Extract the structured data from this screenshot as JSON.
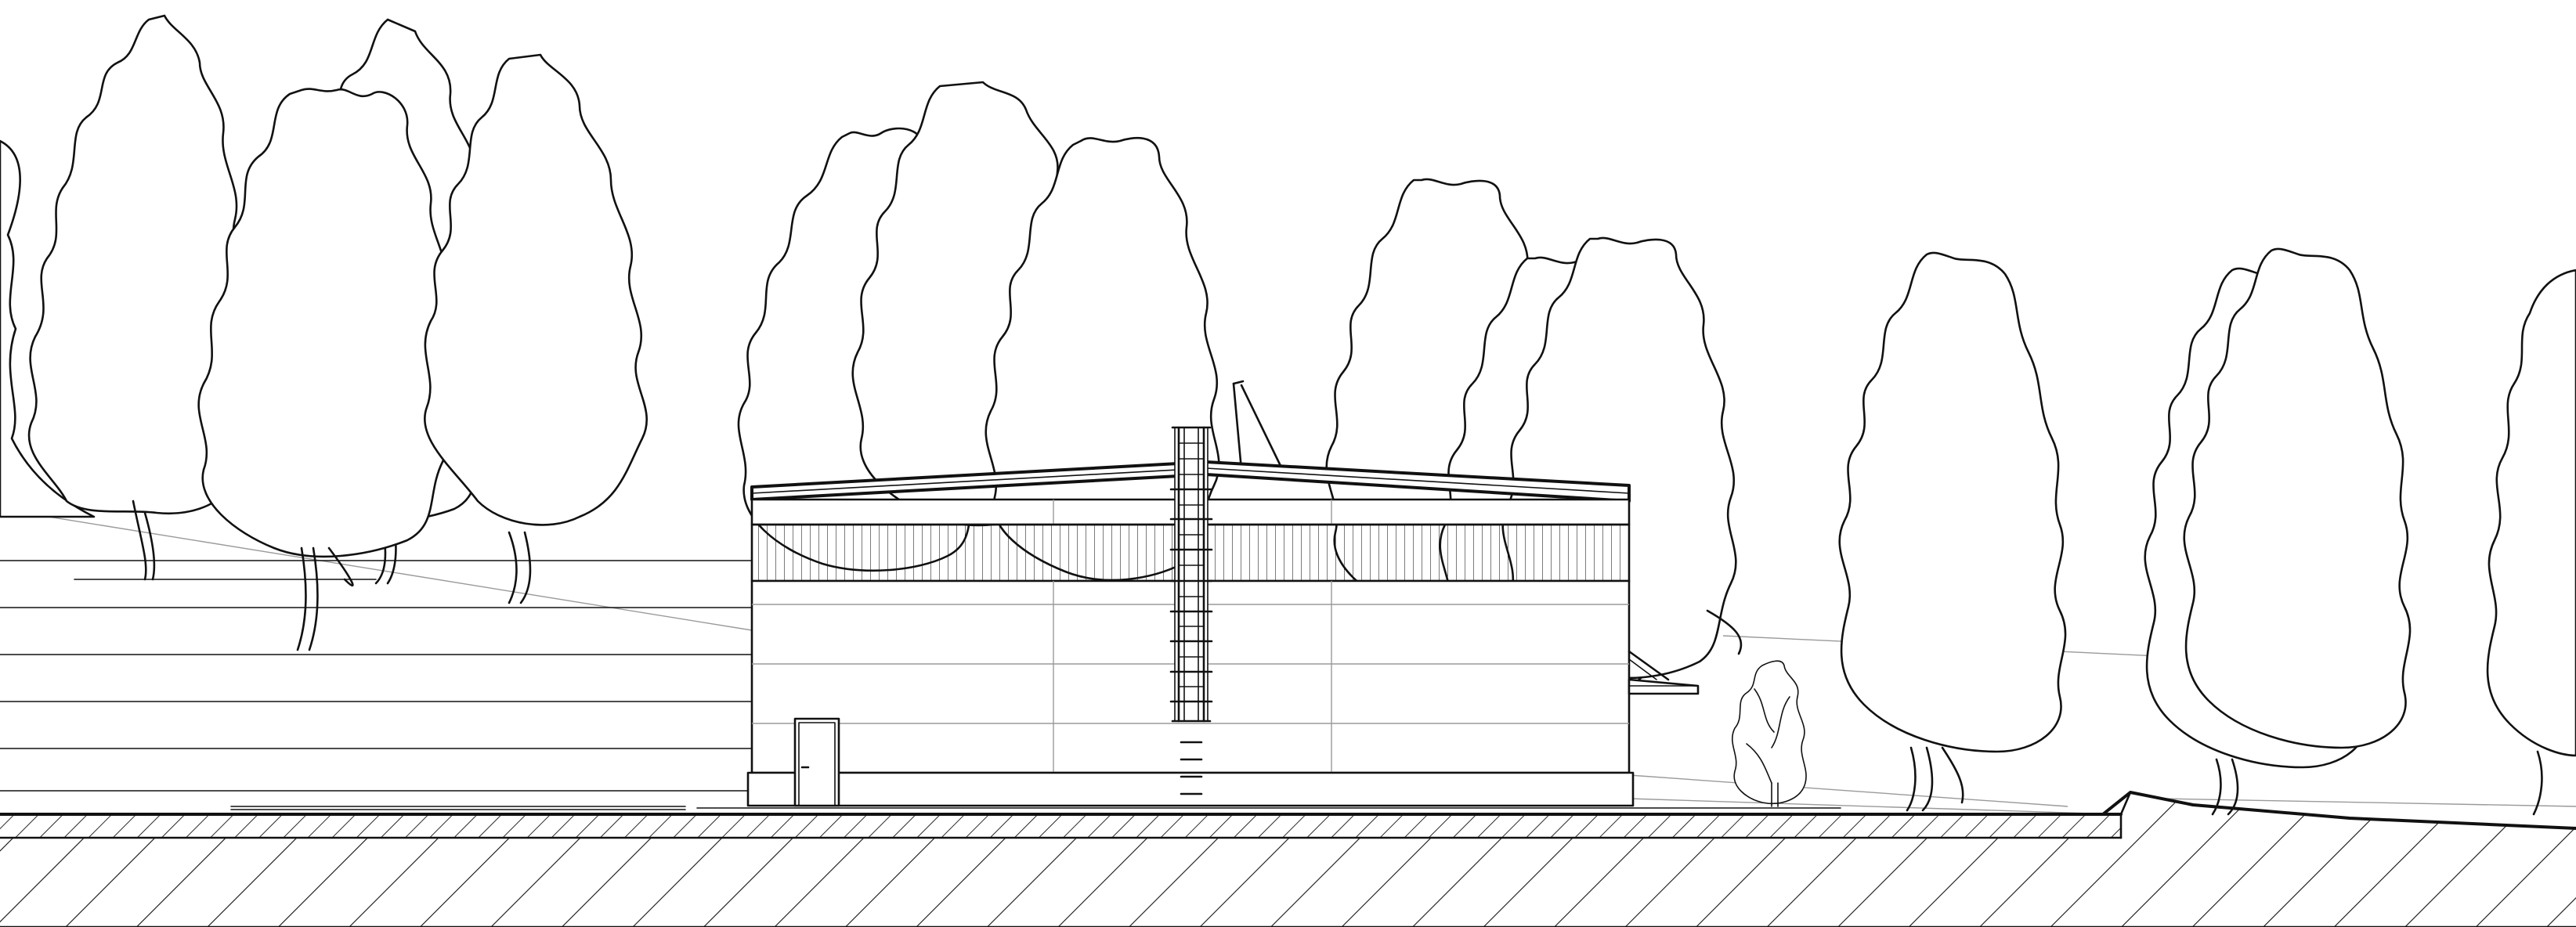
{
  "drawing": {
    "kind": "building-elevation",
    "style": "black line art on white",
    "elements": [
      "trees-background",
      "hillside-lines",
      "storage-building",
      "roof-ladder",
      "roof-vent-pipe",
      "side-canopy",
      "entry-door",
      "shrub",
      "ground-slab",
      "hatched-soil",
      "embankment"
    ]
  },
  "colors": {
    "background": "#ffffff",
    "line": "#111111",
    "faint_line": "#9a9a9a"
  }
}
